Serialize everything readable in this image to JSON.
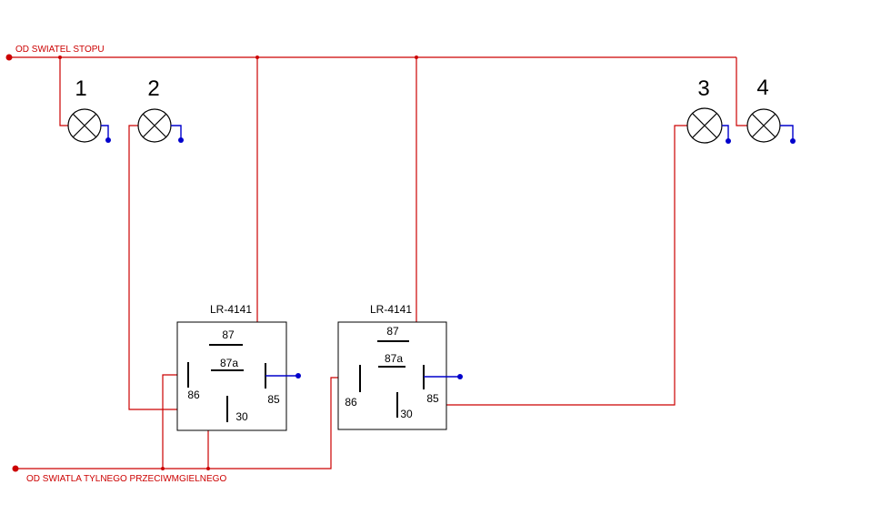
{
  "labels": {
    "top_source": "OD SWIATEL STOPU",
    "bottom_source": "OD SWIATLA TYLNEGO PRZECIWMGIELNEGO"
  },
  "lamps": [
    {
      "number": "1"
    },
    {
      "number": "2"
    },
    {
      "number": "3"
    },
    {
      "number": "4"
    }
  ],
  "relays": [
    {
      "title": "LR-4141",
      "pins": {
        "p87": "87",
        "p87a": "87a",
        "p86": "86",
        "p85": "85",
        "p30": "30"
      }
    },
    {
      "title": "LR-4141",
      "pins": {
        "p87": "87",
        "p87a": "87a",
        "p86": "86",
        "p85": "85",
        "p30": "30"
      }
    }
  ],
  "colors": {
    "wire": "#cc0000",
    "ground": "#0000cc",
    "component": "#000000"
  }
}
